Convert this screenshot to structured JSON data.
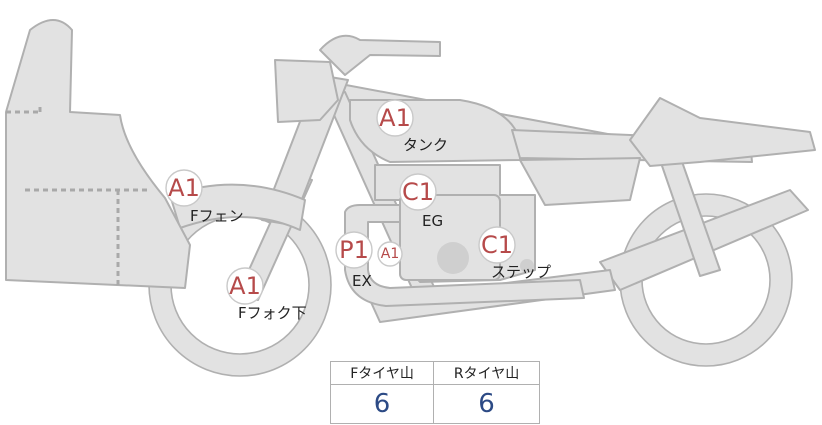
{
  "badges": {
    "tank": "A1",
    "front_fender": "A1",
    "engine": "C1",
    "exhaust": "P1",
    "exhaust_sub": "A1",
    "step": "C1",
    "front_fork": "A1"
  },
  "labels": {
    "tank": "タンク",
    "front_fender": "Fフェン",
    "engine": "EG",
    "exhaust": "EX",
    "step": "ステップ",
    "front_fork": "Fフォク下"
  },
  "tire_table": {
    "headers": [
      "Fタイヤ山",
      "Rタイヤ山"
    ],
    "values": [
      "6",
      "6"
    ]
  },
  "colors": {
    "body_fill": "#e2e2e2",
    "outline": "#b0b0b0",
    "badge_text": "#b64a4a",
    "value_text": "#2c4a85"
  }
}
